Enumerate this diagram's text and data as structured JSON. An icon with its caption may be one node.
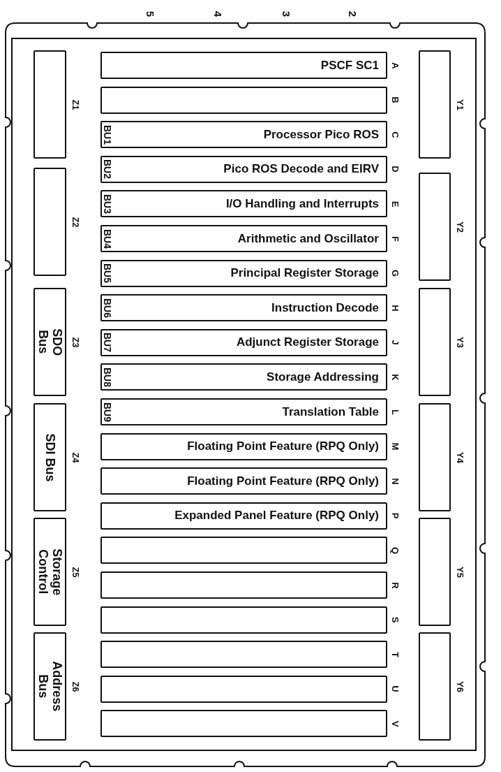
{
  "diagram": {
    "nodes": [
      {
        "text": [],
        "shape": "box",
        "beside": [
          "Z1"
        ]
      },
      {
        "text": [],
        "shape": "box",
        "beside": [
          "Z2"
        ]
      },
      {
        "text": [
          "SDO Bus"
        ],
        "beside": [
          "Z3"
        ]
      },
      {
        "text": [
          "SDI Bus"
        ],
        "beside": [
          "Z4"
        ]
      },
      {
        "text": [
          "Storage Control"
        ],
        "beside": [
          "Z5"
        ]
      },
      {
        "text": [
          "Address Bus"
        ],
        "beside": [
          "Z6"
        ]
      },
      {
        "text": [
          "PSCF SC1"
        ],
        "beside": [
          "A"
        ]
      },
      {
        "text": [],
        "shape": "box",
        "beside": [
          "B"
        ]
      },
      {
        "text": [
          "BU1",
          "Processor Pico ROS"
        ],
        "beside": [
          "C"
        ]
      },
      {
        "text": [
          "BU2",
          "Pico ROS Decode and EIRV"
        ],
        "beside": [
          "D"
        ]
      },
      {
        "text": [
          "BU3",
          "I/O Handling and Interrupts"
        ],
        "beside": [
          "E"
        ]
      },
      {
        "text": [
          "BU4",
          "Arithmetic and Oscillator"
        ],
        "beside": [
          "F"
        ]
      },
      {
        "text": [
          "BU5",
          "Principal Register Storage"
        ],
        "beside": [
          "G"
        ]
      },
      {
        "text": [
          "BU6",
          "Instruction Decode"
        ],
        "beside": [
          "H"
        ]
      },
      {
        "text": [
          "BU7",
          "Adjunct Register Storage"
        ],
        "beside": [
          "J"
        ]
      },
      {
        "text": [
          "BU8",
          "Storage Addressing"
        ],
        "beside": [
          "K"
        ]
      },
      {
        "text": [
          "BU9",
          "Translation Table"
        ],
        "beside": [
          "L"
        ]
      },
      {
        "text": [
          "Floating Point Feature (RPQ Only)"
        ],
        "beside": [
          "M"
        ]
      },
      {
        "text": [
          "Floating Point Feature (RPQ Only)"
        ],
        "beside": [
          "N"
        ]
      },
      {
        "text": [
          "Expanded Panel Feature (RPQ Only)"
        ],
        "beside": [
          "P"
        ]
      },
      {
        "text": [],
        "shape": "box",
        "beside": [
          "Q"
        ]
      },
      {
        "text": [],
        "shape": "box",
        "beside": [
          "R"
        ]
      },
      {
        "text": [],
        "shape": "box",
        "beside": [
          "S"
        ]
      },
      {
        "text": [],
        "shape": "box",
        "beside": [
          "T"
        ]
      },
      {
        "text": [],
        "shape": "box",
        "beside": [
          "U"
        ]
      },
      {
        "text": [],
        "shape": "box",
        "beside": [
          "V"
        ]
      },
      {
        "text": [],
        "shape": "box",
        "beside": [
          "Y1"
        ]
      },
      {
        "text": [],
        "shape": "box",
        "beside": [
          "Y2"
        ]
      },
      {
        "text": [],
        "shape": "box",
        "beside": [
          "Y3"
        ]
      },
      {
        "text": [],
        "shape": "box",
        "beside": [
          "Y4"
        ]
      },
      {
        "text": [],
        "shape": "box",
        "beside": [
          "Y5"
        ]
      },
      {
        "text": [],
        "shape": "box",
        "beside": [
          "Y6"
        ]
      }
    ],
    "labels": [
      "5",
      "4",
      "3",
      "2"
    ]
  }
}
